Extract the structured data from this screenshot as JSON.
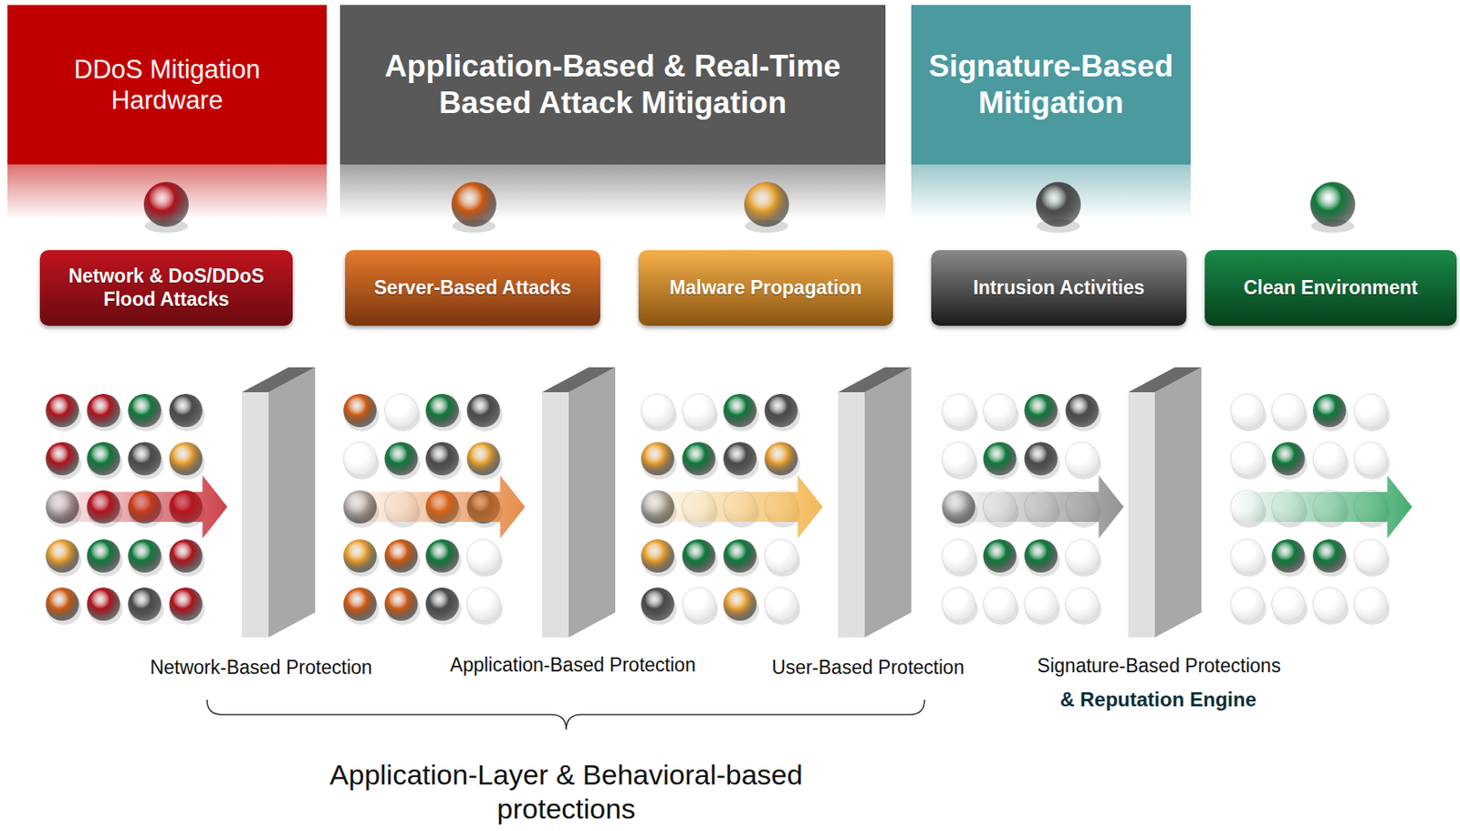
{
  "diagram": {
    "nodes": [
      {
        "text": [
          "DDoS Mitigation Hardware"
        ]
      },
      {
        "text": [
          "Application-Based & Real-Time Based Attack Mitigation"
        ]
      },
      {
        "text": [
          "Signature-Based Mitigation"
        ]
      },
      {
        "text": [
          "Network & DoS/DDoS Flood Attacks"
        ]
      },
      {
        "text": [
          "Server-Based Attacks"
        ]
      },
      {
        "text": [
          "Malware Propagation"
        ]
      },
      {
        "text": [
          "Intrusion Activities"
        ]
      },
      {
        "text": [
          "Clean Environment"
        ]
      }
    ],
    "labels": [
      "Network-Based Protection",
      "Application-Based Protection",
      "User-Based Protection",
      "Signature-Based Protections",
      "& Reputation Engine",
      "Application-Layer & Behavioral-based protections"
    ]
  }
}
